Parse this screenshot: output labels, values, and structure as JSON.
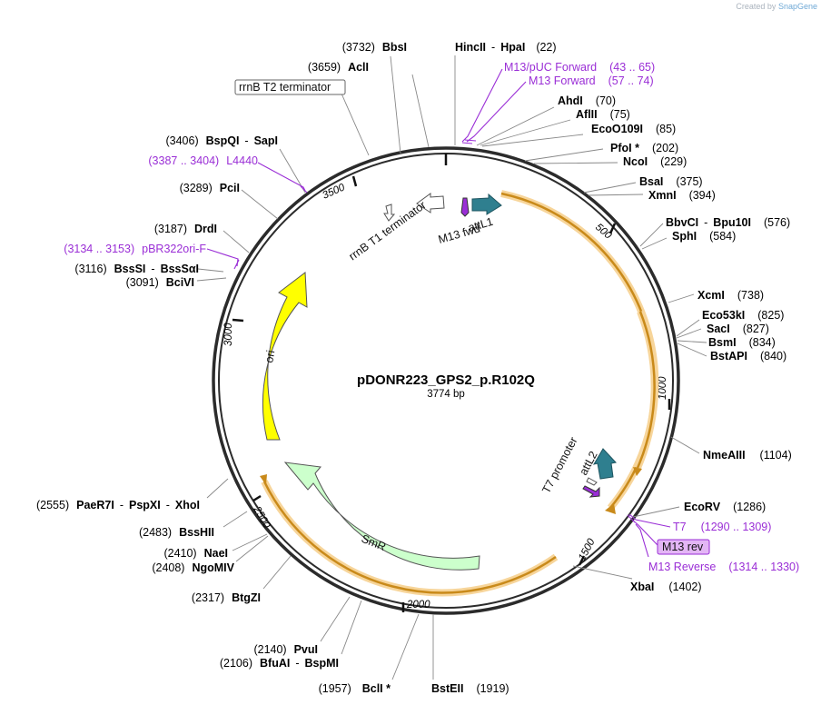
{
  "credit": {
    "prefix": "Created by",
    "brand": "SnapGene"
  },
  "plasmid": {
    "name": "pDONR223_GPS2_p.R102Q",
    "length_label": "3774 bp"
  },
  "ticks": [
    "500",
    "1000",
    "1500",
    "2000",
    "2500",
    "3000",
    "3500"
  ],
  "sites": [
    {
      "name": "BbsI",
      "pos": "(3732)"
    },
    {
      "name": "AclI",
      "pos": "(3659)"
    },
    {
      "name": "HincII",
      "name2": "HpaI",
      "pos": "(22)"
    },
    {
      "name": "M13/pUC Forward",
      "pos": "(43 .. 65)"
    },
    {
      "name": "M13 Forward",
      "pos": "(57 .. 74)"
    },
    {
      "name": "AhdI",
      "pos": "(70)"
    },
    {
      "name": "AflII",
      "pos": "(75)"
    },
    {
      "name": "EcoO109I",
      "pos": "(85)"
    },
    {
      "name": "PfoI *",
      "pos": "(202)"
    },
    {
      "name": "NcoI",
      "pos": "(229)"
    },
    {
      "name": "BsaI",
      "pos": "(375)"
    },
    {
      "name": "XmnI",
      "pos": "(394)"
    },
    {
      "name": "BbvCI",
      "name2": "Bpu10I",
      "pos": "(576)"
    },
    {
      "name": "SphI",
      "pos": "(584)"
    },
    {
      "name": "XcmI",
      "pos": "(738)"
    },
    {
      "name": "Eco53kI",
      "pos": "(825)"
    },
    {
      "name": "SacI",
      "pos": "(827)"
    },
    {
      "name": "BsmI",
      "pos": "(834)"
    },
    {
      "name": "BstAPI",
      "pos": "(840)"
    },
    {
      "name": "NmeAIII",
      "pos": "(1104)"
    },
    {
      "name": "EcoRV",
      "pos": "(1286)"
    },
    {
      "name": "T7",
      "pos": "(1290 .. 1309)"
    },
    {
      "name": "M13 rev"
    },
    {
      "name": "M13 Reverse",
      "pos": "(1314 .. 1330)"
    },
    {
      "name": "XbaI",
      "pos": "(1402)"
    },
    {
      "name": "BstEII",
      "pos": "(1919)"
    },
    {
      "name": "BclI *",
      "pos": "(1957)"
    },
    {
      "name": "BfuAI",
      "name2": "BspMI",
      "pos": "(2106)"
    },
    {
      "name": "PvuI",
      "pos": "(2140)"
    },
    {
      "name": "BtgZI",
      "pos": "(2317)"
    },
    {
      "name": "NgoMIV",
      "pos": "(2408)"
    },
    {
      "name": "NaeI",
      "pos": "(2410)"
    },
    {
      "name": "BssHII",
      "pos": "(2483)"
    },
    {
      "name": "PaeR7I",
      "name2": "PspXI",
      "name3": "XhoI",
      "pos": "(2555)"
    },
    {
      "name": "BciVI",
      "pos": "(3091)"
    },
    {
      "name": "BssSI",
      "name2": "BssSαI",
      "pos": "(3116)"
    },
    {
      "name": "pBR322ori-F",
      "pos": "(3134 .. 3153)"
    },
    {
      "name": "DrdI",
      "pos": "(3187)"
    },
    {
      "name": "PciI",
      "pos": "(3289)"
    },
    {
      "name": "L4440",
      "pos": "(3387 .. 3404)"
    },
    {
      "name": "BspQI",
      "name2": "SapI",
      "pos": "(3406)"
    },
    {
      "name": "rrnB T2 terminator"
    }
  ],
  "features": {
    "t1": "rrnB T1 terminator",
    "m13fwd": "M13 fwd",
    "attL1": "attL1",
    "attL2": "attL2",
    "t7prom": "T7 promoter",
    "ori": "ori",
    "smr": "SmR"
  },
  "colors": {
    "backbone": "#2b2b2b",
    "orf": "#c98a1a",
    "orf_glow": "#f7d59a",
    "primer": "#9a2ed6",
    "att": "#2f7f8f",
    "ori": "#ffff00",
    "smr": "#ccffcc"
  }
}
